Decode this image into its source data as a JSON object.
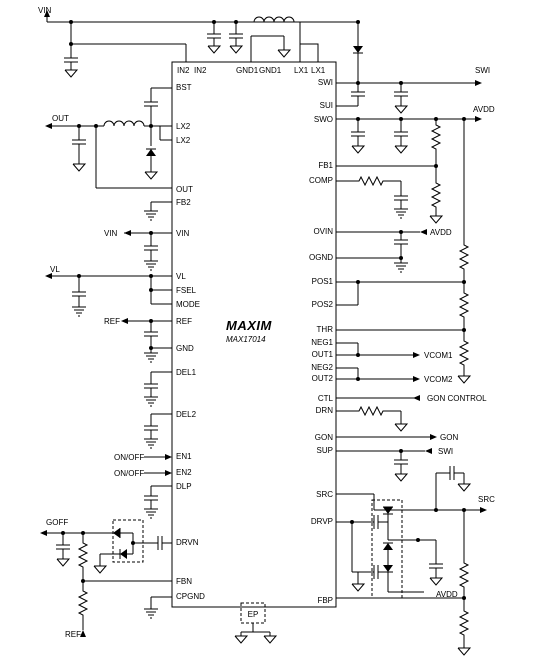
{
  "ic": {
    "logo": "MAXIM",
    "part": "MAX17014",
    "top_pins": [
      "IN2",
      "IN2",
      "GND1",
      "GND1",
      "LX1",
      "LX1"
    ],
    "left_pins": [
      "BST",
      "LX2",
      "LX2",
      "OUT",
      "FB2",
      "VIN",
      "VL",
      "FSEL",
      "MODE",
      "REF",
      "GND",
      "DEL1",
      "DEL2",
      "EN1",
      "EN2",
      "DLP",
      "DRVN",
      "FBN",
      "CPGND"
    ],
    "right_pins": [
      "SWI",
      "SUI",
      "SWO",
      "FB1",
      "COMP",
      "OVIN",
      "OGND",
      "POS1",
      "POS2",
      "THR",
      "NEG1",
      "OUT1",
      "NEG2",
      "OUT2",
      "CTL",
      "DRN",
      "GON",
      "SUP",
      "SRC",
      "DRVP",
      "FBP"
    ],
    "bottom_pin": "EP"
  },
  "nets": {
    "vin_top": "VIN",
    "swi_out": "SWI",
    "avdd_out": "AVDD",
    "out_left": "OUT",
    "vin_left": "VIN",
    "vl_left": "VL",
    "ref_left": "REF",
    "onoff1": "ON/OFF",
    "onoff2": "ON/OFF",
    "goff": "GOFF",
    "ref_bottom": "REF",
    "avdd_ovin": "AVDD",
    "vcom1": "VCOM1",
    "vcom2": "VCOM2",
    "gon_control": "GON CONTROL",
    "gon_out": "GON",
    "swi_sup": "SWI",
    "src_out": "SRC",
    "avdd_bottom": "AVDD"
  }
}
